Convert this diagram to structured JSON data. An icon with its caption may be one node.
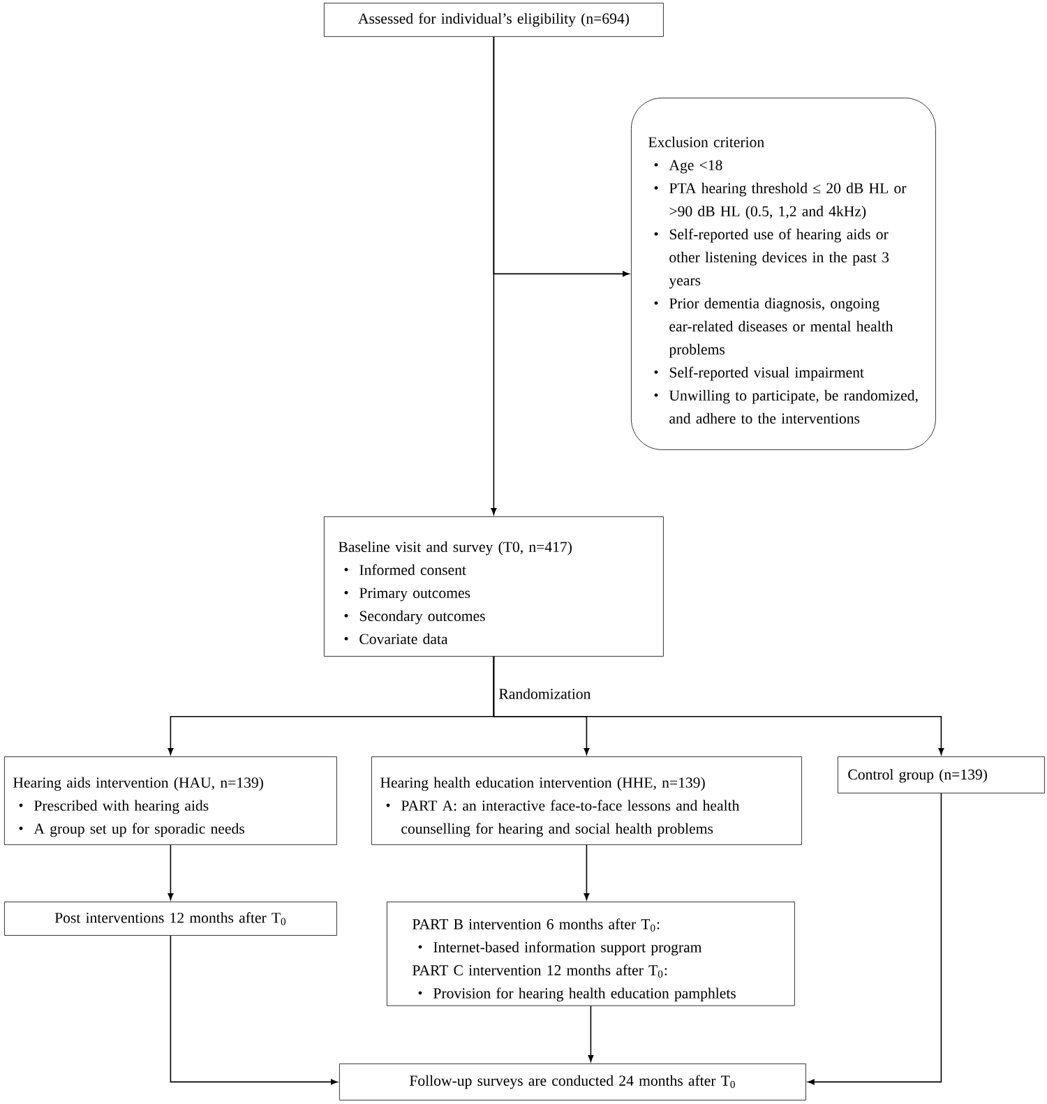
{
  "diagram": {
    "nodes": [
      {
        "text": [
          "Assessed for individual’s eligibility (n=694)"
        ]
      },
      {
        "text": [
          "Exclusion criterion",
          "Age <18",
          "PTA hearing threshold ≤ 20 dB HL or >90 dB HL (0.5, 1,2 and 4kHz)",
          "Self-reported use of hearing aids or other listening devices in the past 3 years",
          "Prior dementia diagnosis, ongoing ear-related diseases or mental health problems",
          "Self-reported visual impairment",
          "Unwilling to participate, be randomized, and adhere to the interventions"
        ]
      },
      {
        "text": [
          "Baseline visit and survey (T0, n=417)",
          "Informed consent",
          "Primary outcomes",
          "Secondary outcomes",
          "Covariate data"
        ]
      },
      {
        "text": [
          "Hearing aids intervention (HAU, n=139)",
          "Prescribed with hearing aids",
          "A group set up for sporadic needs"
        ]
      },
      {
        "text": [
          "Hearing health education intervention (HHE, n=139)",
          "PART A: an interactive face-to-face lessons and health counselling for hearing and social health problems"
        ]
      },
      {
        "text": [
          "Control group (n=139)"
        ]
      },
      {
        "text": [
          "Post interventions 12 months after T$_{0}$"
        ]
      },
      {
        "text": [
          "PART B intervention 6 months after T$_{0}$:",
          "Internet-based information support program",
          "PART C intervention 12 months after T$_{0}$:",
          "Provision for hearing health education pamphlets"
        ]
      },
      {
        "text": [
          "Follow-up surveys are conducted 24 months after T$_{0}$"
        ]
      }
    ],
    "edges": [
      {
        "from": 0,
        "to": 2,
        "arrow": "to"
      },
      {
        "from": 0,
        "to": 1,
        "arrow": "to"
      },
      {
        "from": 2,
        "to": 3,
        "arrow": "to"
      },
      {
        "from": 2,
        "to": 4,
        "arrow": "to"
      },
      {
        "from": 2,
        "to": 5,
        "arrow": "to"
      },
      {
        "from": 3,
        "to": 6,
        "arrow": "to"
      },
      {
        "from": 4,
        "to": 7,
        "arrow": "to"
      },
      {
        "from": 6,
        "to": 8,
        "arrow": "to"
      },
      {
        "from": 7,
        "to": 8,
        "arrow": "to"
      },
      {
        "from": 5,
        "to": 8,
        "arrow": "to"
      }
    ],
    "labels": [
      "Randomization"
    ]
  }
}
